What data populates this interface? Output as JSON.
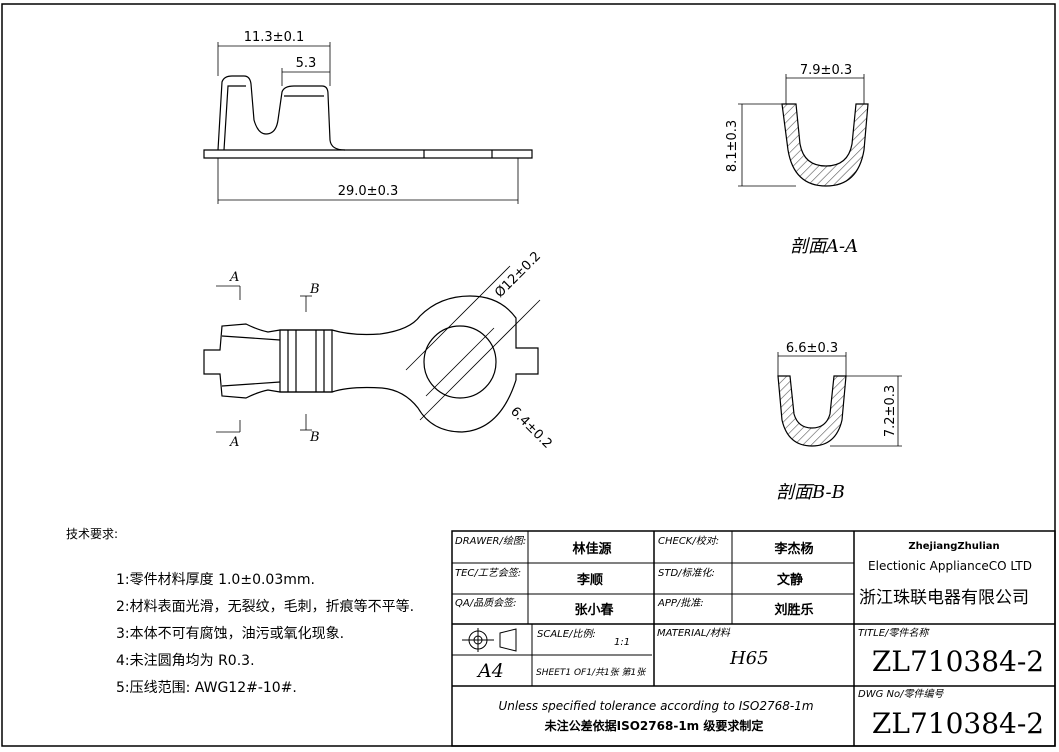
{
  "colors": {
    "line": "#000000",
    "hatch": "#555555",
    "paper": "#ffffff"
  },
  "dimensions": {
    "top_width": "11.3±0.1",
    "slot_width": "5.3",
    "total_length": "29.0±0.3",
    "ring_outer": "Ø12±0.2",
    "ring_hole": "6.4±0.2",
    "aa_width": "7.9±0.3",
    "aa_height": "8.1±0.3",
    "bb_width": "6.6±0.3",
    "bb_height": "7.2±0.3"
  },
  "markers": {
    "a": "A",
    "b": "B"
  },
  "sections": {
    "aa": "剖面A-A",
    "bb": "剖面B-B"
  },
  "notes": {
    "title": "技术要求:",
    "items": [
      "1:零件材料厚度 1.0±0.03mm.",
      "2:材料表面光滑，无裂纹，毛刺，折痕等不平等.",
      "3:本体不可有腐蚀，油污或氧化现象.",
      "4:未注圆角均为 R0.3.",
      "5:压线范围: AWG12#-10#."
    ]
  },
  "titleblock": {
    "drawer_label": "DRAWER/绘图:",
    "drawer": "林佳源",
    "check_label": "CHECK/校对:",
    "check": "李杰杨",
    "tec_label": "TEC/工艺会签:",
    "tec": "李顺",
    "std_label": "STD/标准化:",
    "std": "文静",
    "qa_label": "QA/品质会签:",
    "qa": "张小春",
    "app_label": "APP/批准:",
    "app": "刘胜乐",
    "scale_label": "SCALE/比例:",
    "scale": "1:1",
    "sheet_label": "SHEET1 OF1/共1张 第1张",
    "size": "A4",
    "material_label": "MATERIAL/材料",
    "material": "H65",
    "company_en_1": "ZhejiangZhulian",
    "company_en_2": "Electionic ApplianceCO LTD",
    "company_cn": "浙江珠联电器有限公司",
    "title_label": "TITLE/零件名称",
    "title": "ZL710384-2",
    "dwg_label": "DWG No/零件编号",
    "dwg": "ZL710384-2",
    "tolerance_en": "Unless specified tolerance according to ISO2768-1m",
    "tolerance_cn": "未注公差依据ISO2768-1m 级要求制定"
  }
}
